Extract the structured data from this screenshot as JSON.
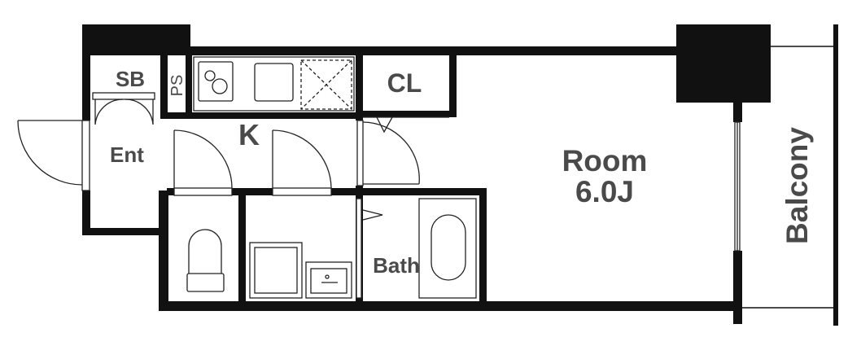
{
  "rooms": {
    "sb": "SB",
    "ps": "PS",
    "kitchen": "K",
    "closet": "CL",
    "entrance": "Ent",
    "room_name": "Room",
    "room_size": "6.0J",
    "bath": "Bath",
    "balcony": "Balcony"
  },
  "colors": {
    "wall": "#111111",
    "label": "#4a4a4a",
    "fixture": "#222222",
    "background": "#ffffff"
  }
}
